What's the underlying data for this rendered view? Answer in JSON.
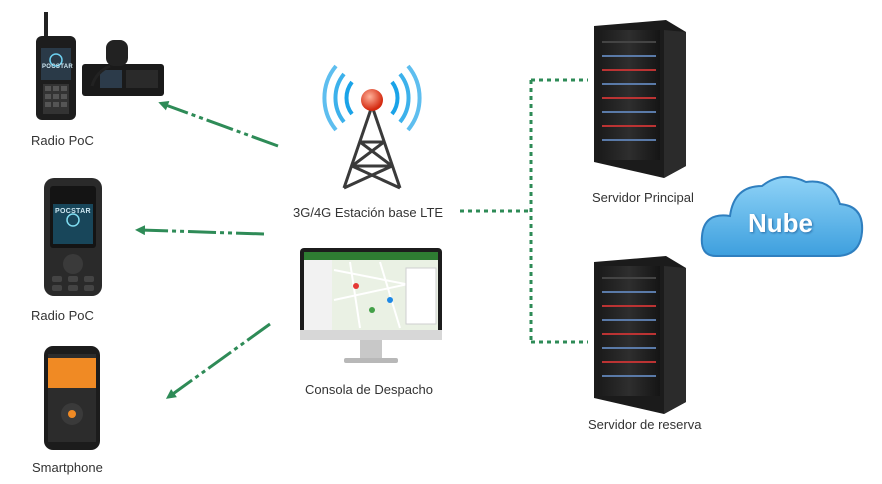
{
  "labels": {
    "radio_poc_1": "Radio PoC",
    "radio_poc_2": "Radio PoC",
    "smartphone": "Smartphone",
    "base_station": "3G/4G Estación base LTE",
    "dispatch_console": "Consola de Despacho",
    "main_server": "Servidor Principal",
    "backup_server": "Servidor de reserva",
    "cloud": "Nube"
  },
  "device_brand": "POCSTAR",
  "colors": {
    "link_green": "#2e8b57",
    "cloud_blue": "#5ab4ea",
    "tower_red": "#e53a1f",
    "signal_blue": "#1aa3e8"
  },
  "icons": {
    "radio_1": "walkie-talkie-with-mobile-radio",
    "radio_2": "rugged-radio",
    "phone": "smartphone",
    "tower": "radio-tower",
    "monitor": "desktop-monitor",
    "server": "rack-server",
    "cloud": "cloud"
  }
}
